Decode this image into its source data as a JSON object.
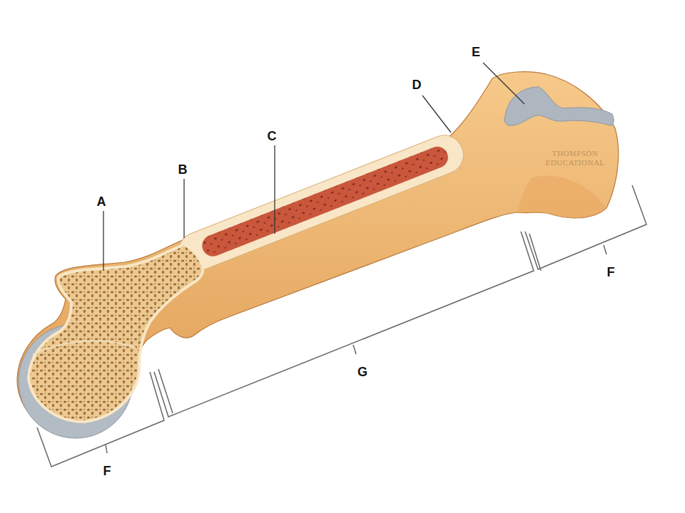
{
  "diagram": {
    "labels": [
      "A",
      "B",
      "C",
      "D",
      "E",
      "F",
      "F",
      "G",
      "THOMPSON EDUCATIONAL"
    ]
  }
}
